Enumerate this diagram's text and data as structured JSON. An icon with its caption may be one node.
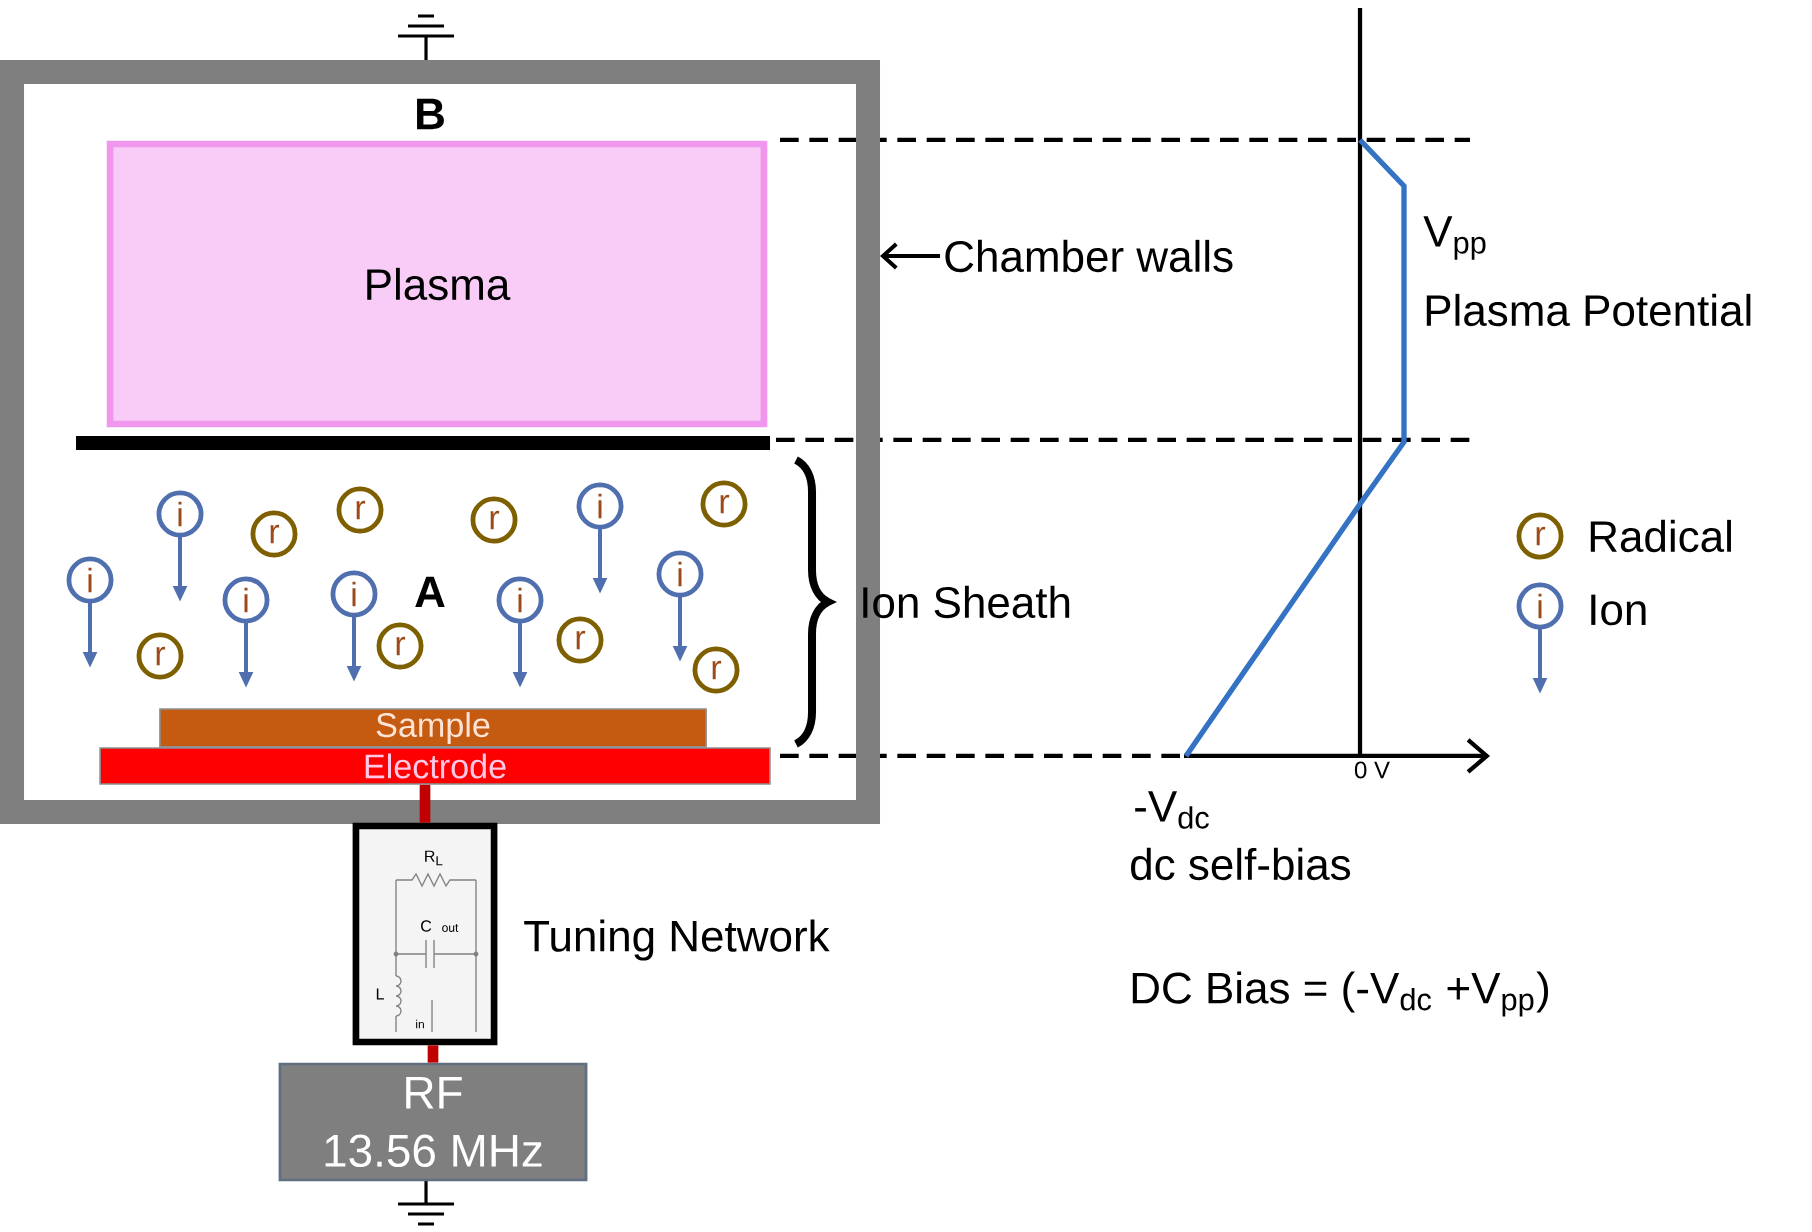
{
  "diagram": {
    "nodes": [
      {
        "text": [],
        "shape": "box"
      },
      {
        "text": [
          "Chamber walls"
        ]
      },
      {
        "text": [
          "Plasma"
        ],
        "in": 0
      },
      {
        "text": [
          "Sample"
        ],
        "in": 0
      },
      {
        "text": [
          "Electrode"
        ],
        "in": 0
      },
      {
        "text": [
          "Tuning Network"
        ]
      },
      {
        "text": [
          "RF",
          "13.56 MHz"
        ]
      },
      {
        "text": [
          "i"
        ],
        "in": 0
      },
      {
        "text": [
          "r"
        ],
        "in": 0
      },
      {
        "text": [
          "r"
        ],
        "in": 0
      },
      {
        "text": [
          "r"
        ],
        "in": 0
      },
      {
        "text": [
          "i"
        ],
        "in": 0
      },
      {
        "text": [
          "r"
        ],
        "in": 0
      },
      {
        "text": [
          "i"
        ],
        "in": 0
      },
      {
        "text": [
          "i"
        ],
        "in": 0
      },
      {
        "text": [
          "i"
        ],
        "in": 0
      },
      {
        "text": [
          "i"
        ],
        "in": 0
      },
      {
        "text": [
          "i"
        ],
        "in": 0
      },
      {
        "text": [
          "r"
        ],
        "in": 0
      },
      {
        "text": [
          "r"
        ],
        "in": 0
      },
      {
        "text": [
          "r"
        ],
        "in": 0
      },
      {
        "text": [
          "r"
        ],
        "in": 0
      }
    ],
    "edges": [
      {
        "from": 1,
        "to": 0,
        "arrow": "to",
        "color": "#000000"
      },
      {
        "from": 4,
        "to": 5,
        "arrow": "none",
        "color": "#c00000"
      },
      {
        "from": 5,
        "to": 6,
        "arrow": "none",
        "color": "#c00000"
      }
    ],
    "labels": [
      "B",
      "V$_{pp}$",
      "Plasma Potential",
      "A",
      "Ion Sheath",
      "r",
      "i",
      "0 V",
      "-V$_{dc}$",
      "dc self-bias",
      "DC Bias = (-V$_{dc}$ +V$_{pp}$)",
      "R$_{L}$",
      "C",
      "out",
      "L",
      "in"
    ],
    "legend": [
      {
        "text": "Radical"
      },
      {
        "text": "Ion"
      }
    ]
  }
}
